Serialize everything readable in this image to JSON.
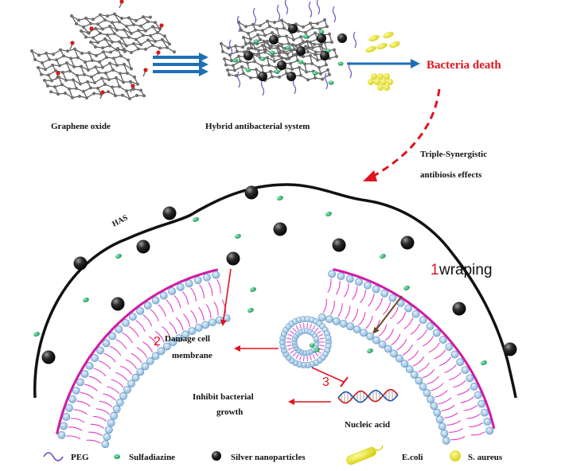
{
  "labels": {
    "graphene_oxide": "Graphene oxide",
    "hybrid_system": "Hybrid antibacterial system",
    "bacteria_death": "Bacteria death",
    "triple_line1": "Triple-Synergistic",
    "triple_line2": "antibiosis effects",
    "has": "HAS",
    "step1_num": "1",
    "step1_text": "wraping",
    "step2_num": "2",
    "step2_line1": "Damage cell",
    "step2_line2": "membrane",
    "step3_num": "3",
    "inhibit_line1": "Inhibit  bacterial",
    "inhibit_line2": "growth",
    "nucleic_acid": "Nucleic acid"
  },
  "legend": {
    "peg": "PEG",
    "sulfadiazine": "Sulfadiazine",
    "silver": "Silver nanoparticles",
    "ecoli": "E.coli",
    "saureus": "S. aureus"
  },
  "colors": {
    "accent_red": "#e0141e",
    "arrow_blue": "#1f6fb8",
    "membrane_head": "#a9cce8",
    "membrane_tail": "#e23cc4",
    "sulfadiazine_green": "#1db46a",
    "silver_black": "#1a1a1a",
    "bacteria_yellow": "#e6e31a",
    "peg_purple": "#7a5cc6",
    "dna_red": "#cc1a1a",
    "dna_blue": "#2255aa",
    "brown_arrow": "#6b4a1e"
  }
}
